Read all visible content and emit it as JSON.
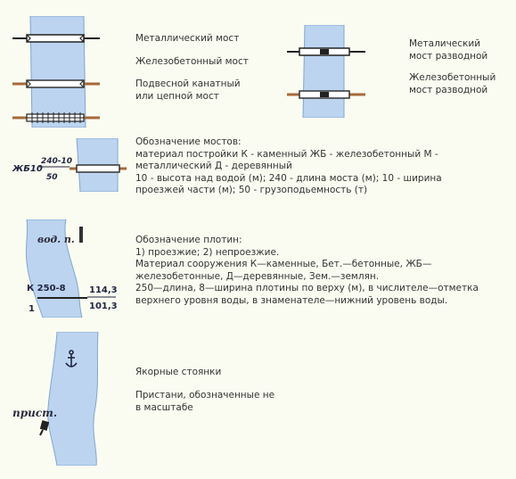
{
  "bridges": {
    "metal_label": "Металлический мост",
    "ferro_label": "Железобетонный мост",
    "suspension_label": "Подвесной канатный\nили цепной мост"
  },
  "drawbridges": {
    "metal_label": "Металический\nмост разводной",
    "ferro_label": "Железобетонный\nмост разводной"
  },
  "bridge_notation": {
    "map_material": "ЖБ10",
    "map_numerator": "240-10",
    "map_denominator": "50",
    "description": "Обозначение мостов:\nматериал постройки К - каменный ЖБ - железобетонный М -\nметаллический Д - деревянный\n10 - высота над водой (м); 240 - длина моста (м); 10 - ширина\nпроезжей части (м); 50 - грузоподьемность (т)"
  },
  "dams": {
    "map_label_vod": "вод. п.",
    "map_k": "К 250-8",
    "map_one": "1",
    "map_upper": "114,3",
    "map_lower": "101,3",
    "description": "Обозначение плотин:\n1) проезжие; 2) непроезжие.\nМатериал сооружения К—каменные, Бет.—бетонные, ЖБ—\nжелезобетонные, Д—деревянные, Зем.—землян.\n250—длина, 8—ширина плотины по верху (м), в числителе—отметка\nверхнего уровня воды, в знаменателе—нижний уровень воды."
  },
  "anchorage": {
    "map_label": "прист.",
    "anchor_label": "Якорные стоянки",
    "pier_label": "Пристани, обозначенные не\nв масштабе"
  },
  "colors": {
    "water": "#bcd4f0",
    "water_edge": "#7fa6cf",
    "background": "#fbfcf1",
    "road_brown": "#a66a3a",
    "ink": "#1f2540"
  }
}
